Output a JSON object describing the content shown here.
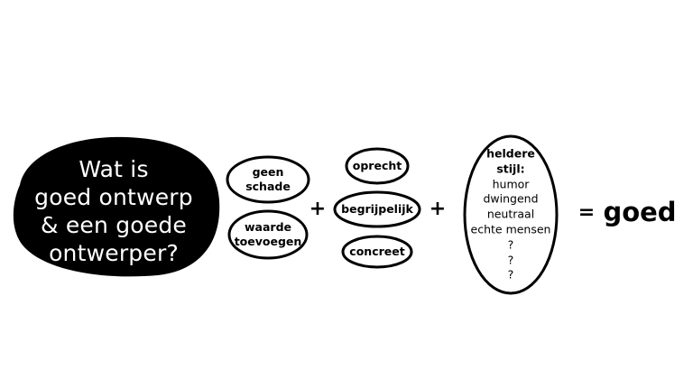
{
  "question": {
    "lines": [
      "Wat is",
      "goed ontwerp",
      "& een goede",
      "ontwerper?"
    ]
  },
  "group1": {
    "item1": [
      "geen",
      "schade"
    ],
    "item2": [
      "waarde",
      "toevoegen"
    ]
  },
  "group2": {
    "item1": "oprecht",
    "item2": "begrijpelijk",
    "item3": "concreet"
  },
  "style": {
    "title_lines": [
      "heldere",
      "stijl:"
    ],
    "items": [
      "humor",
      "dwingend",
      "neutraal",
      "echte mensen",
      "?",
      "?",
      "?"
    ]
  },
  "operators": {
    "plus1": "+",
    "plus2": "+",
    "equals": "="
  },
  "result": "goed",
  "colors": {
    "blob_fill": "#000000",
    "blob_text": "#ffffff",
    "stroke": "#000000",
    "background": "#ffffff"
  }
}
